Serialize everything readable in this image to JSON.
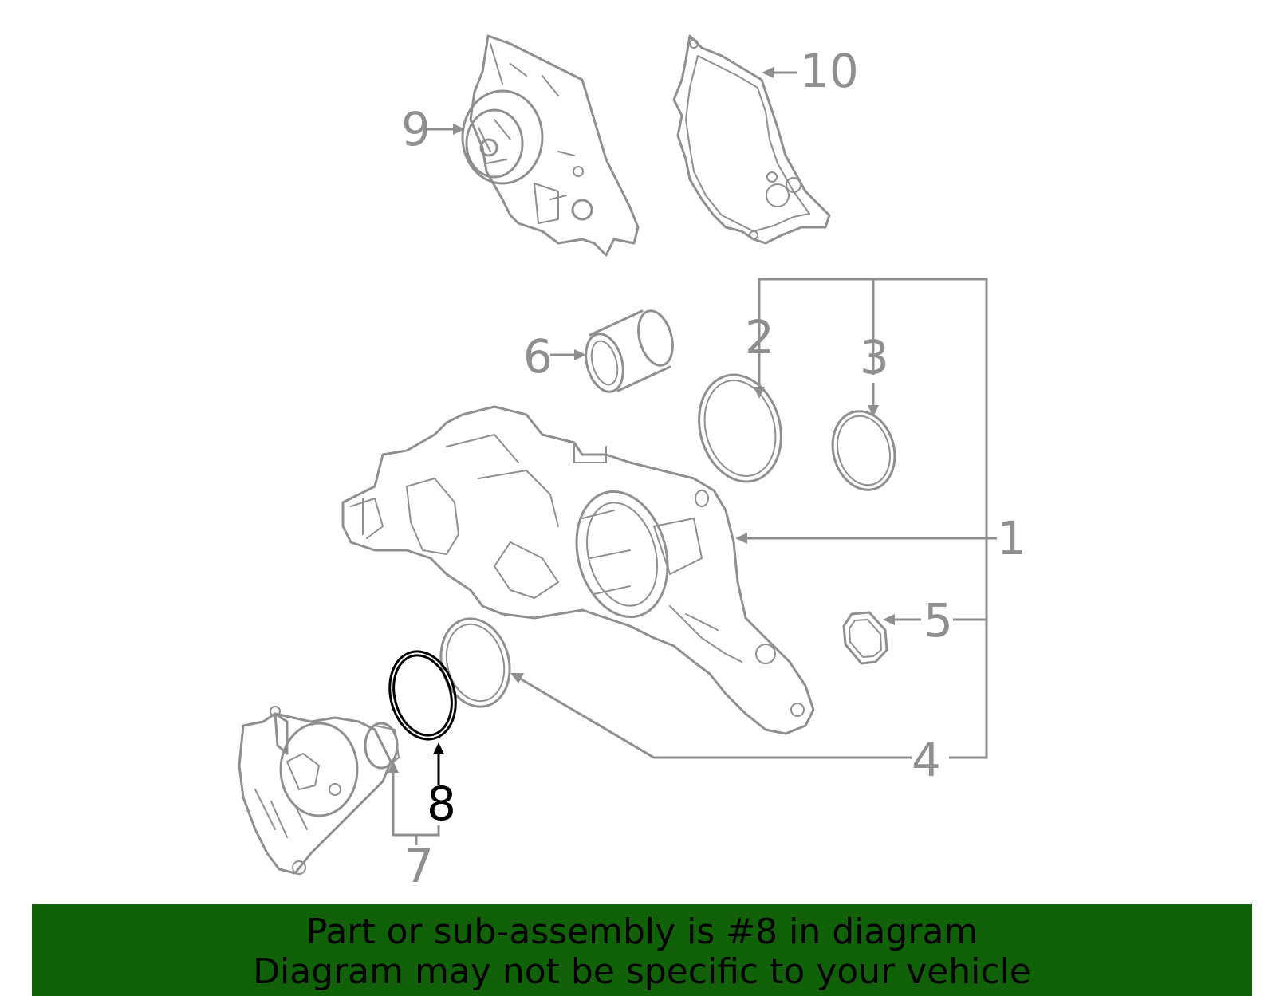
{
  "callouts": {
    "c1": "1",
    "c2": "2",
    "c3": "3",
    "c4": "4",
    "c5": "5",
    "c6": "6",
    "c7": "7",
    "c8": "8",
    "c9": "9",
    "c10": "10"
  },
  "highlighted_part": "8",
  "banner": {
    "line1": "Part or sub-assembly is #8 in diagram",
    "line2": "Diagram may not be specific to your vehicle"
  },
  "colors": {
    "line_art": "#8f8f8f",
    "highlight": "#000000",
    "banner_background": "#116108",
    "banner_text": "#000000"
  }
}
